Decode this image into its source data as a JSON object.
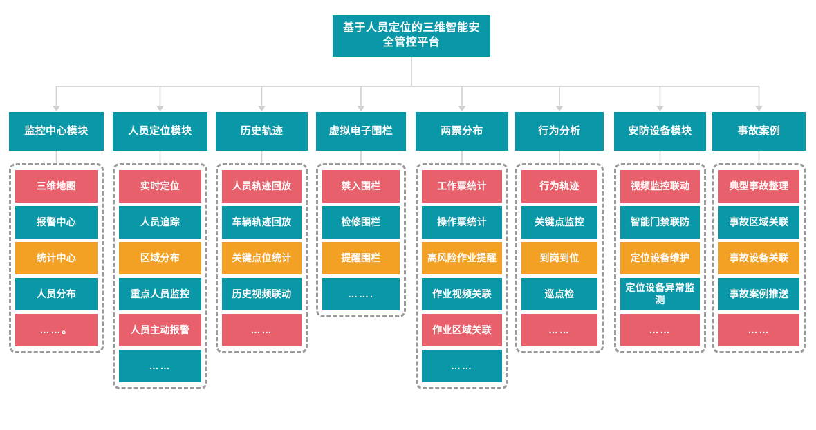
{
  "root": {
    "title": "基于人员定位的三维智能安全管控平台"
  },
  "colors": {
    "teal": "#0a97a8",
    "red": "#e8606b",
    "orange": "#f2a125",
    "connector": "#cfcfcf",
    "dashed_border": "#9a9a9a",
    "background": "#ffffff",
    "text": "#ffffff"
  },
  "columns": [
    {
      "header": "监控中心模块",
      "items": [
        {
          "label": "三维地图",
          "color": "red"
        },
        {
          "label": "报警中心",
          "color": "teal"
        },
        {
          "label": "统计中心",
          "color": "orange"
        },
        {
          "label": "人员分布",
          "color": "teal"
        },
        {
          "label": "……。",
          "color": "red"
        }
      ]
    },
    {
      "header": "人员定位模块",
      "items": [
        {
          "label": "实时定位",
          "color": "red"
        },
        {
          "label": "人员追踪",
          "color": "teal"
        },
        {
          "label": "区域分布",
          "color": "orange"
        },
        {
          "label": "重点人员监控",
          "color": "teal"
        },
        {
          "label": "人员主动报警",
          "color": "red"
        },
        {
          "label": "……",
          "color": "teal"
        }
      ]
    },
    {
      "header": "历史轨迹",
      "items": [
        {
          "label": "人员轨迹回放",
          "color": "red"
        },
        {
          "label": "车辆轨迹回放",
          "color": "teal"
        },
        {
          "label": "关键点位统计",
          "color": "orange"
        },
        {
          "label": "历史视频联动",
          "color": "teal"
        },
        {
          "label": "……",
          "color": "red"
        }
      ]
    },
    {
      "header": "虚拟电子围栏",
      "items": [
        {
          "label": "禁入围栏",
          "color": "red"
        },
        {
          "label": "检修围栏",
          "color": "teal"
        },
        {
          "label": "提醒围栏",
          "color": "orange"
        },
        {
          "label": "…….",
          "color": "teal"
        }
      ]
    },
    {
      "header": "两票分布",
      "items": [
        {
          "label": "工作票统计",
          "color": "red"
        },
        {
          "label": "操作票统计",
          "color": "teal"
        },
        {
          "label": "高风险作业提醒",
          "color": "orange"
        },
        {
          "label": "作业视频关联",
          "color": "teal"
        },
        {
          "label": "作业区域关联",
          "color": "red"
        },
        {
          "label": "……",
          "color": "teal"
        }
      ]
    },
    {
      "header": "行为分析",
      "items": [
        {
          "label": "行为轨迹",
          "color": "red"
        },
        {
          "label": "关键点监控",
          "color": "teal"
        },
        {
          "label": "到岗到位",
          "color": "orange"
        },
        {
          "label": "巡点检",
          "color": "teal"
        },
        {
          "label": "……",
          "color": "red"
        }
      ]
    },
    {
      "header": "安防设备模块",
      "items": [
        {
          "label": "视频监控联动",
          "color": "red"
        },
        {
          "label": "智能门禁联防",
          "color": "teal"
        },
        {
          "label": "定位设备维护",
          "color": "orange"
        },
        {
          "label": "定位设备异常监测",
          "color": "teal"
        },
        {
          "label": "……",
          "color": "red"
        }
      ]
    },
    {
      "header": "事故案例",
      "items": [
        {
          "label": "典型事故整理",
          "color": "red"
        },
        {
          "label": "事故区域关联",
          "color": "teal"
        },
        {
          "label": "事故设备关联",
          "color": "orange"
        },
        {
          "label": "事故案例推送",
          "color": "teal"
        },
        {
          "label": "……",
          "color": "red"
        }
      ]
    }
  ]
}
